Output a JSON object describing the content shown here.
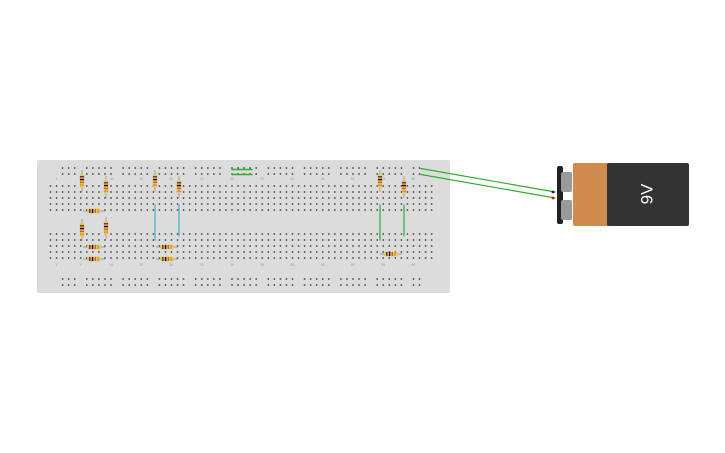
{
  "battery": {
    "label": "9V",
    "body_color": "#333333",
    "band_color": "#d08c4c"
  },
  "breadboard": {
    "color": "#dcdcdc",
    "hole_color": "#444444",
    "column_labels": [
      "1",
      "5",
      "10",
      "15",
      "20",
      "25",
      "30",
      "35",
      "40",
      "45",
      "50",
      "55",
      "60"
    ]
  },
  "wires": {
    "red": "#ff0000",
    "green": "#2bb02b",
    "teal": "#3cb4c8"
  },
  "resistor": {
    "body_color": "#e8c46a",
    "band_colors": [
      "#7a3b12",
      "#111111",
      "#e05a1a",
      "#c9a227"
    ]
  }
}
